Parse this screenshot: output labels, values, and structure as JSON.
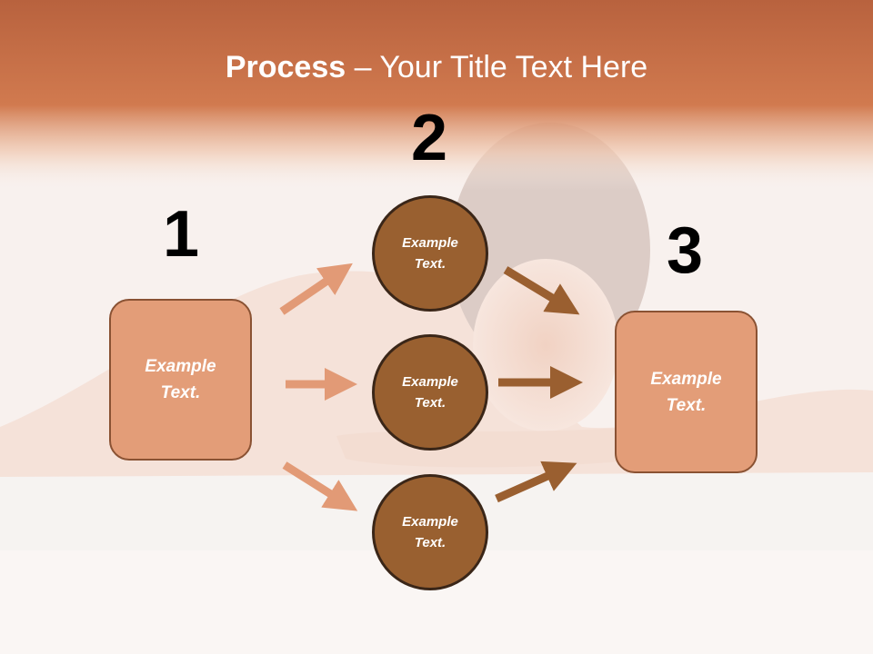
{
  "title": {
    "bold": "Process",
    "rest": " – Your Title Text Here"
  },
  "steps": [
    {
      "number": "1",
      "label": "Example\nText."
    },
    {
      "number": "2",
      "label": "Example\nText."
    },
    {
      "number": "3",
      "label": "Example\nText."
    }
  ],
  "circles": [
    {
      "label": "Example\nText."
    },
    {
      "label": "Example\nText."
    },
    {
      "label": "Example\nText."
    }
  ],
  "colors": {
    "header_band": "#c96f45",
    "box_fill": "#e39d78",
    "circle_fill": "#996030",
    "left_arrows": "#e29a76",
    "right_arrows": "#9a5f30"
  }
}
